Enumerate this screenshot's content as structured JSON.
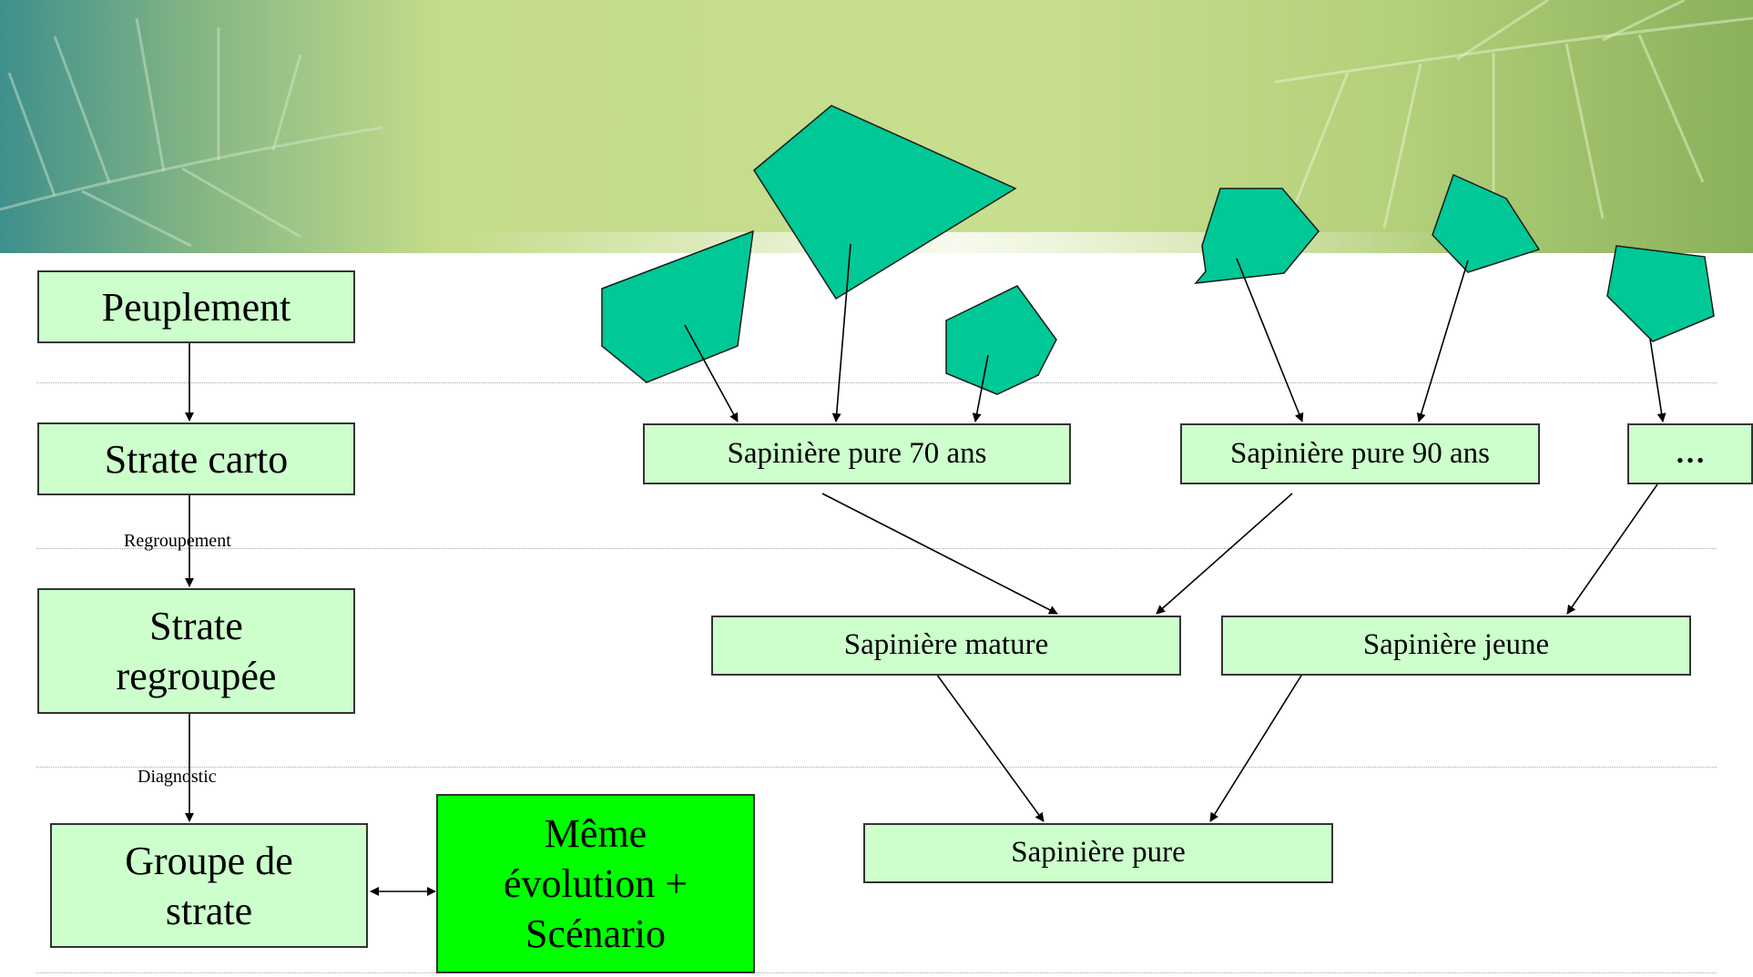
{
  "left_flow": {
    "peuplement": "Peuplement",
    "strate_carto": "Strate carto",
    "regroupement": "Regroupement",
    "strate_regroupee_l1": "Strate",
    "strate_regroupee_l2": "regroupée",
    "diagnostic": "Diagnostic",
    "groupe_l1": "Groupe de",
    "groupe_l2": "strate",
    "meme_l1": "Même",
    "meme_l2": "évolution +",
    "meme_l3": "Scénario"
  },
  "tree": {
    "pure70": "Sapinière pure 70 ans",
    "pure90": "Sapinière pure 90 ans",
    "ellipsis": "…",
    "mature": "Sapinière mature",
    "jeune": "Sapinière jeune",
    "pure": "Sapinière pure"
  },
  "colors": {
    "box_fill": "#ccffcc",
    "highlight_fill": "#00ff00",
    "polygon_fill": "#00c896",
    "banner_green": "#c5dc8a"
  }
}
